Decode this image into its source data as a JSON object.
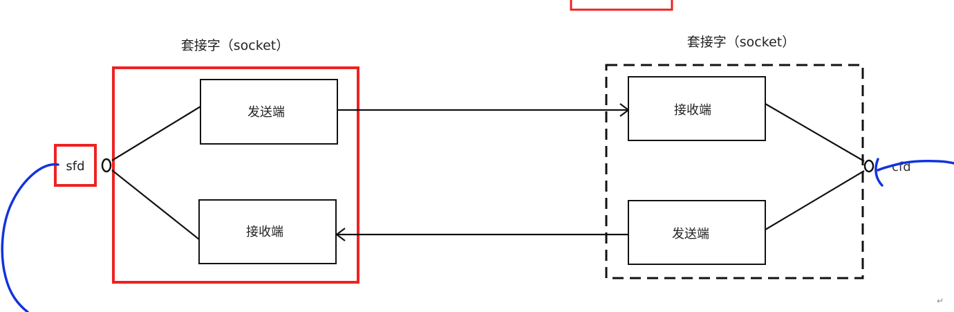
{
  "colors": {
    "line": "#111111",
    "highlight": "#ee2222",
    "pen": "#1133dd",
    "background": "#ffffff"
  },
  "left_socket": {
    "title": "套接字（socket）",
    "send_label": "发送端",
    "recv_label": "接收端",
    "fd_label": "sfd"
  },
  "right_socket": {
    "title": "套接字（socket）",
    "recv_label": "接收端",
    "send_label": "发送端",
    "fd_label": "cfd"
  },
  "paragraph_mark": "↵"
}
